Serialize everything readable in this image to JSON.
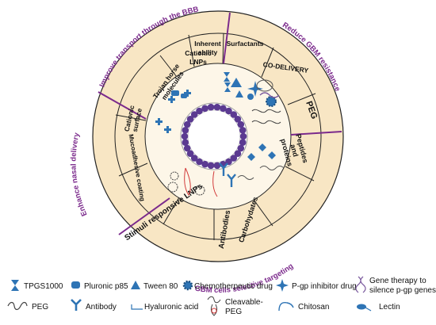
{
  "quadrants": {
    "bbb": "Improve transport through the BBB",
    "gbm_resistance": "Reduce GBM resistance",
    "nasal": "Enhance nasal delivery",
    "targeting": "GBM cells selective targeting"
  },
  "segments": {
    "trojan": "Trojan horse molecules",
    "cationic_lnps": "Cationic LNPs",
    "inherent": "Inherent ability",
    "surfactants": "Surfactants",
    "codelivery": "CO-DELIVERY",
    "peg": "PEG",
    "peptides": "Peptides and proteins",
    "carbohydrates": "Carbohydates",
    "antibodies": "Antibodies",
    "stimuli": "Stimuli responsive LNPs",
    "mucoadhesive": "Mucoadhesive coating",
    "cationic_surface": "Cationic surface"
  },
  "legend": {
    "tpgs": "TPGS1000",
    "pluronic": "Pluronic p85",
    "tween": "Tween 80",
    "chemo": "Chemotherpeutic drug",
    "pgp": "P-gp inhibitor drug",
    "gene_1": "Gene therapy to",
    "gene_2": "silence p-gp genes",
    "peg": "PEG",
    "antibody": "Antibody",
    "hyaluronic": "Hyaluronic acid",
    "cleavable_1": "Cleavable-",
    "cleavable_2": "PEG",
    "chitosan": "Chitosan",
    "lectin": "Lectin"
  },
  "colors": {
    "ring_fill": "#f8e6c4",
    "divider": "#222222",
    "quadrant_line": "#7b2a8c",
    "bead": "#5b3a91",
    "icon_blue": "#2e74b5",
    "label_purple": "#7b2a8c"
  }
}
